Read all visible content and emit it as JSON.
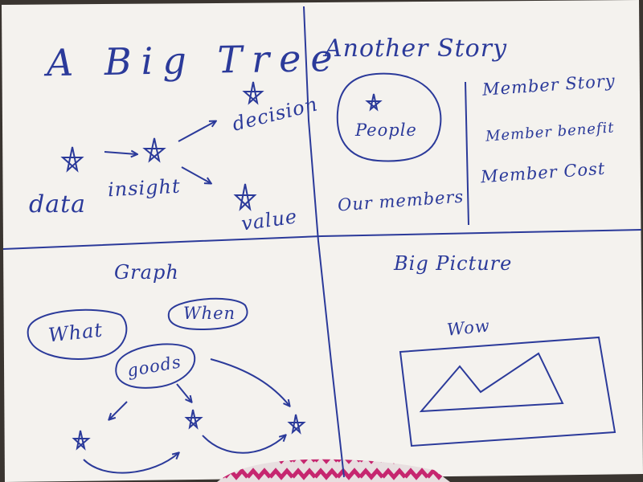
{
  "colors": {
    "ink": "#2b3a9a",
    "paper": "#f4f2ee",
    "background": "#3a3530",
    "fabric_pink": "#c6266f"
  },
  "quadrants": {
    "top_left": {
      "title": "A Big Tree",
      "labels": {
        "data": "data",
        "insight": "insight",
        "decision": "decision",
        "value": "value"
      }
    },
    "top_right": {
      "title": "Another Story",
      "circle_label": "People",
      "members_label": "Our members",
      "list": [
        "Member Story",
        "Member benefit",
        "Member Cost"
      ]
    },
    "bottom_left": {
      "title": "Graph",
      "bubbles": {
        "what": "What",
        "when": "When",
        "goods": "goods"
      }
    },
    "bottom_right": {
      "title": "Big Picture",
      "caption": "Wow"
    }
  },
  "icons": [
    "star-icon",
    "arrow-icon"
  ]
}
